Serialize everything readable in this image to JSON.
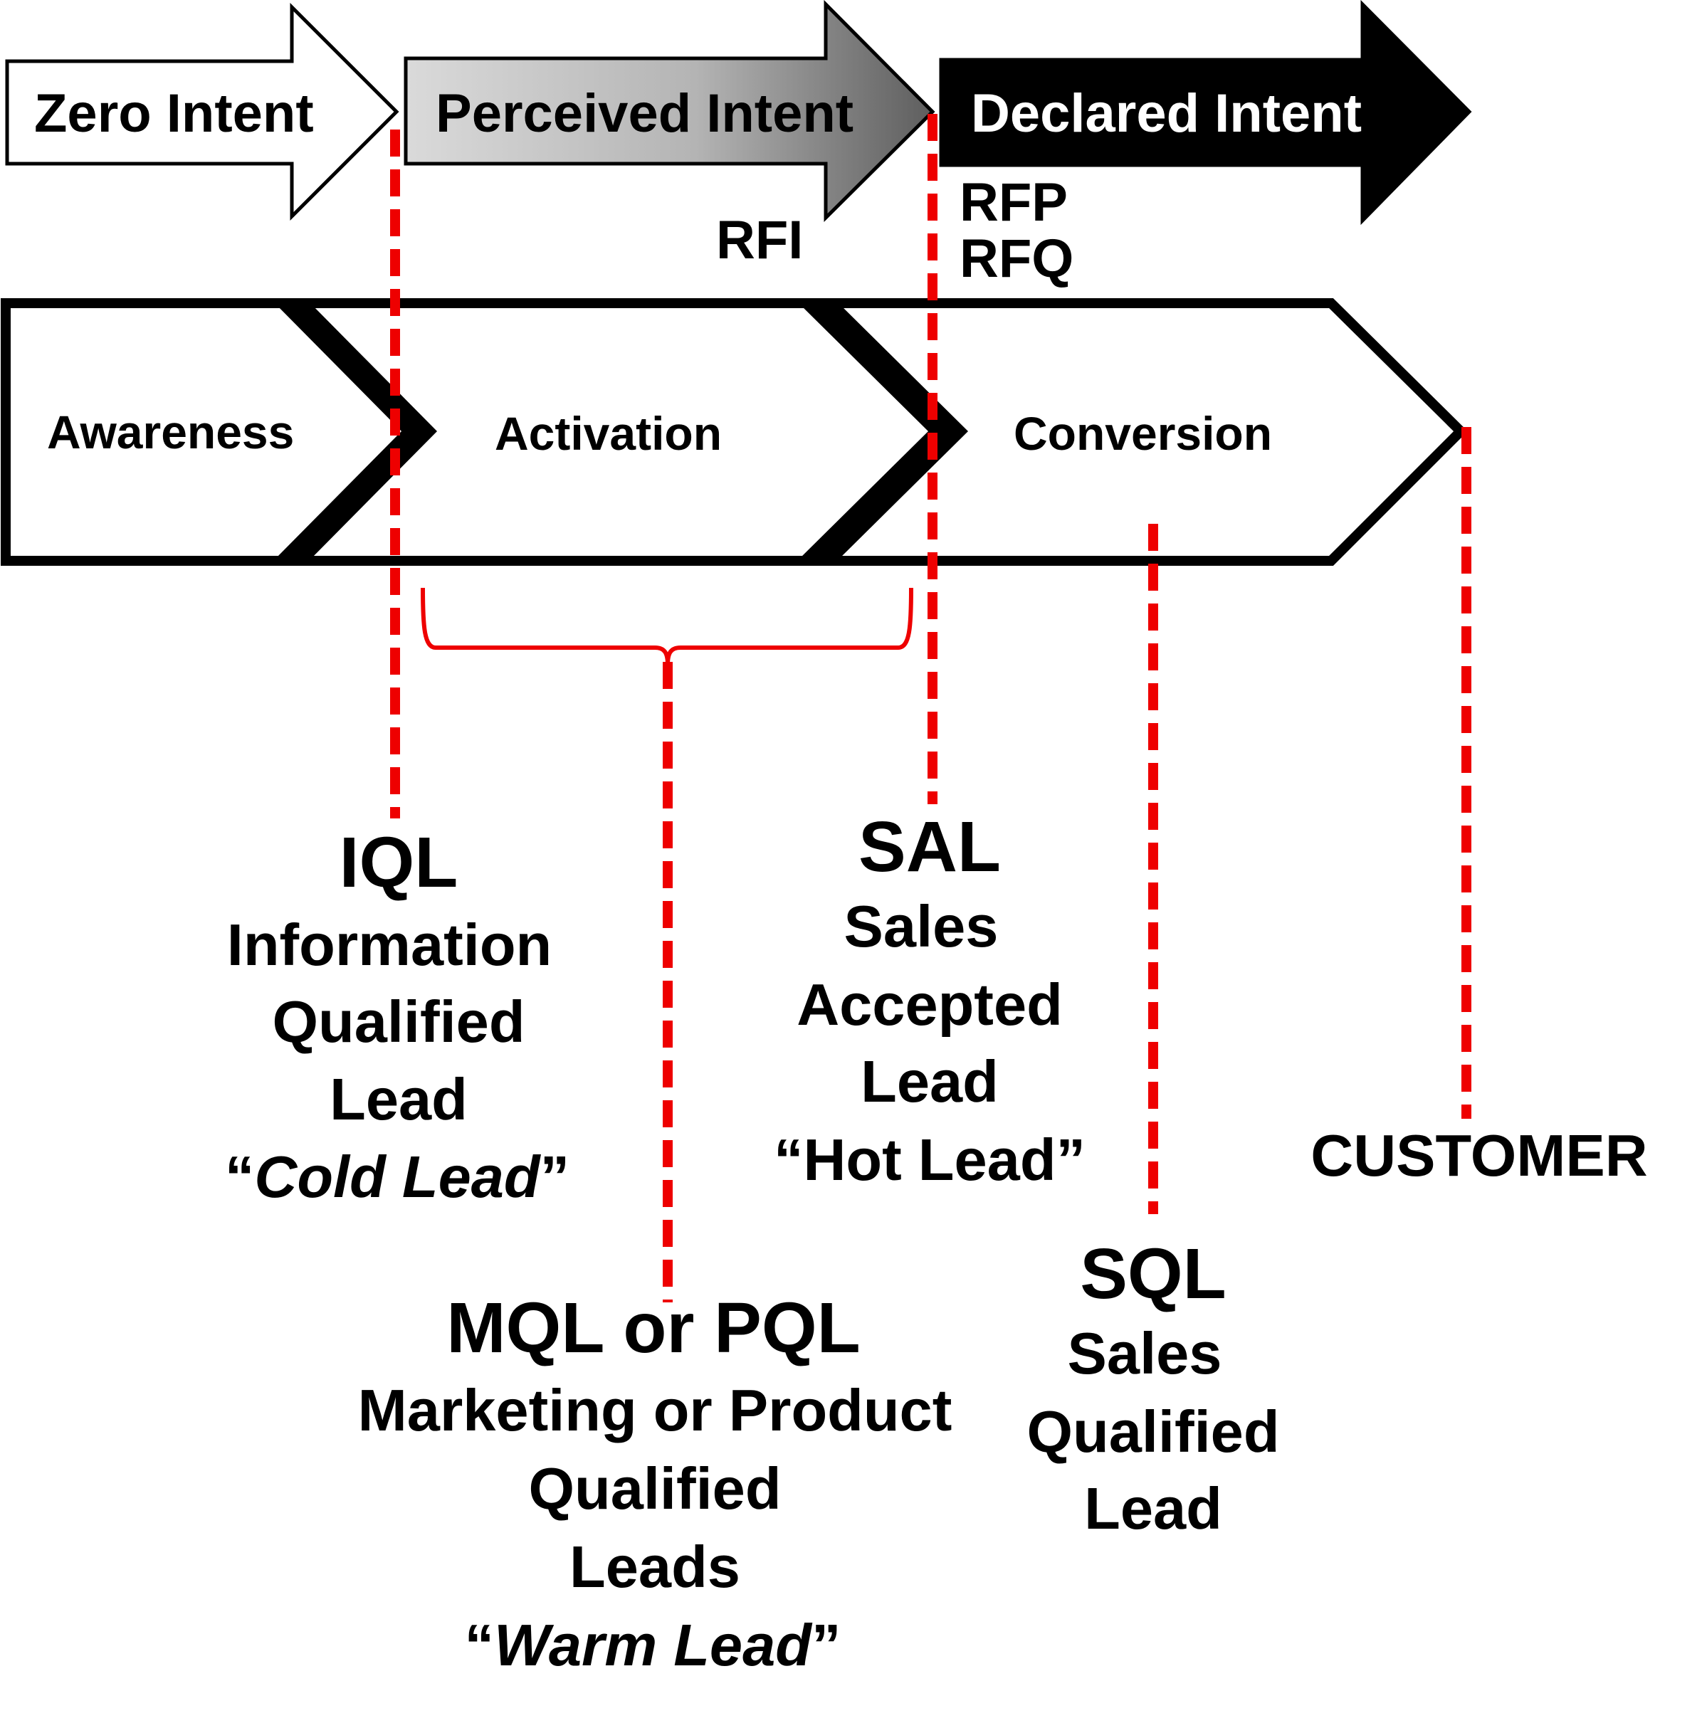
{
  "intents": {
    "zero": "Zero Intent",
    "perceived": "Perceived Intent",
    "declared": "Declared Intent"
  },
  "documents": {
    "rfi": "RFI",
    "rfp": "RFP",
    "rfq": "RFQ"
  },
  "stages": {
    "awareness": "Awareness",
    "activation": "Activation",
    "conversion": "Conversion"
  },
  "milestones": {
    "iql": {
      "abbr": "IQL",
      "line1": "Information",
      "line2": "Qualified",
      "line3": "Lead",
      "quote_open": "“",
      "nickname": "Cold Lead",
      "quote_close": "”"
    },
    "mql": {
      "abbr": "MQL or PQL",
      "line1": "Marketing or Product",
      "line2": "Qualified",
      "line3": "Leads",
      "quote_open": "“",
      "nickname": "Warm Lead",
      "quote_close": "”"
    },
    "sal": {
      "abbr": "SAL",
      "line1": "Sales",
      "line2": "Accepted",
      "line3": "Lead",
      "nickname": "“Hot Lead”"
    },
    "sql": {
      "abbr": "SQL",
      "line1": "Sales",
      "line2": "Qualified",
      "line3": "Lead"
    },
    "customer": "CUSTOMER"
  },
  "colors": {
    "dashed_line": "#ee0000",
    "outline": "#000000",
    "declared_fill": "#000000",
    "perceived_gradient_start": "#d8d8d8",
    "perceived_gradient_end": "#6a6a6a"
  }
}
